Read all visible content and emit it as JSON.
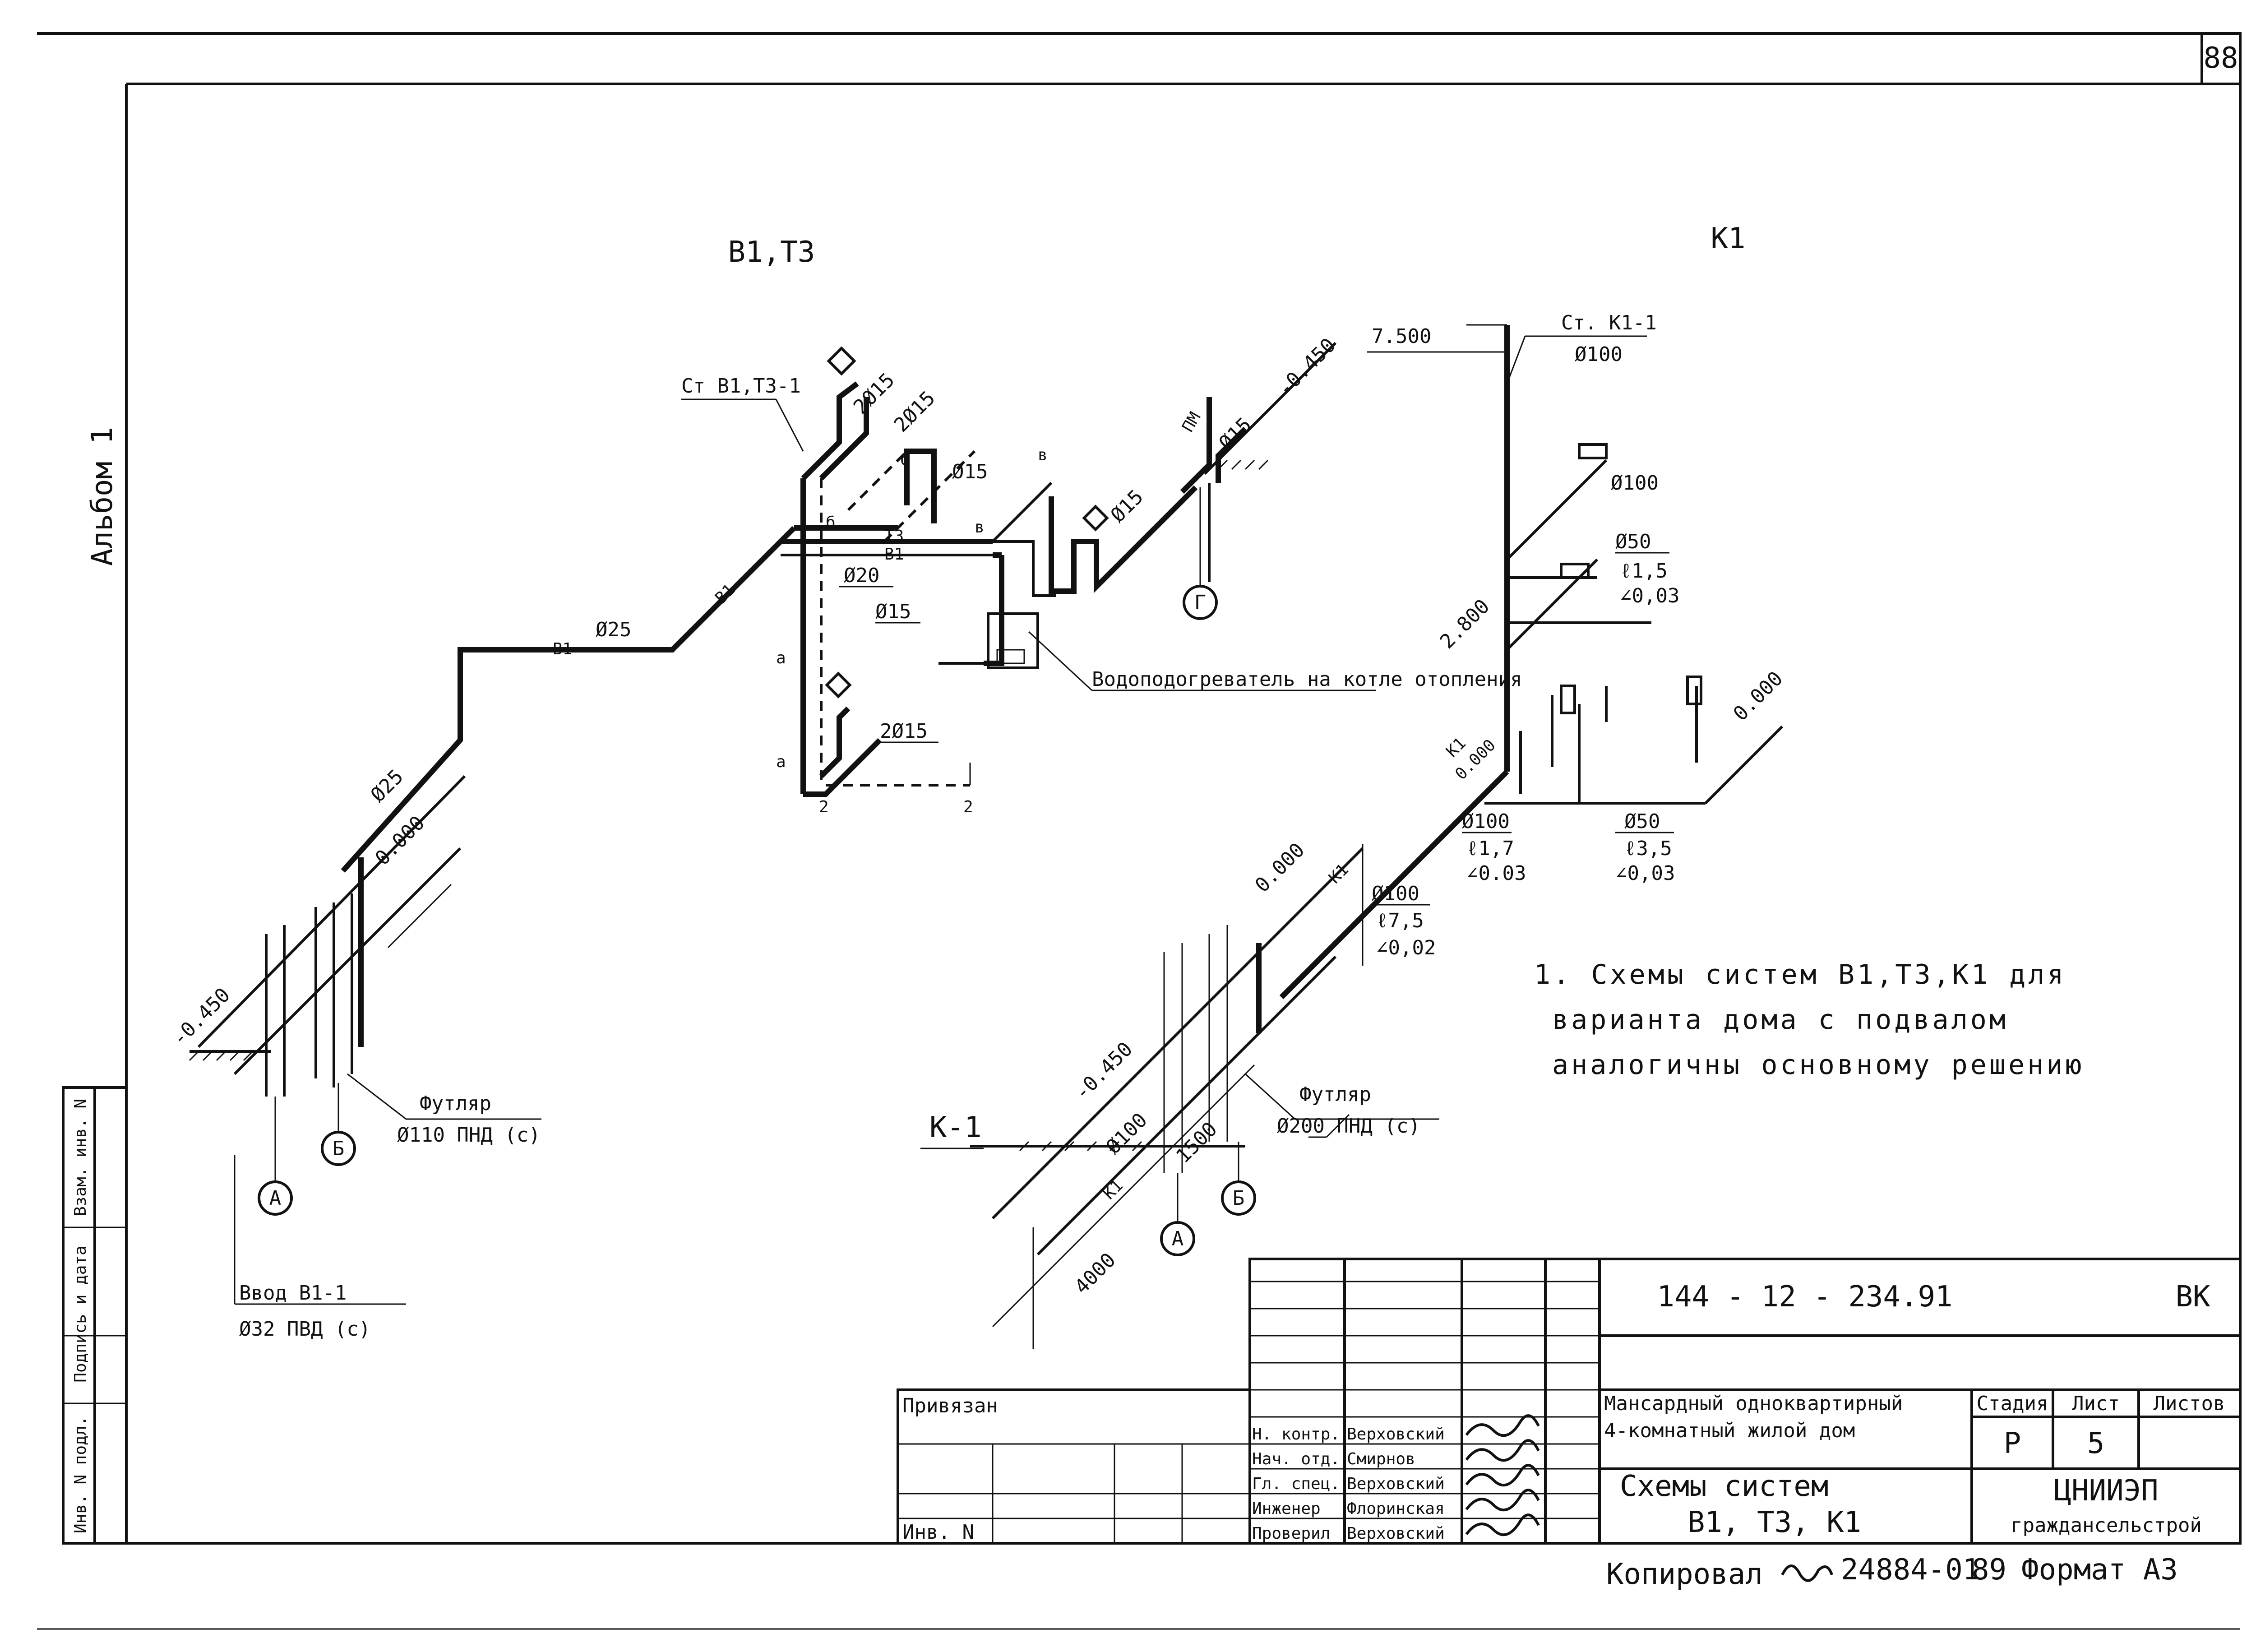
{
  "sheet": {
    "page_number": "88",
    "album_label": "Альбом 1",
    "side_stamp": [
      "Инв. N подл.",
      "Подпись и дата",
      "Взам. инв. N"
    ]
  },
  "sections": {
    "left_title": "В1,Т3",
    "right_title": "К1",
    "k1_section": "К-1"
  },
  "left_scheme": {
    "riser": "Ст В1,Т3-1",
    "dims": [
      "2Ø15",
      "2Ø15",
      "Ø15",
      "Ø15",
      "Ø15",
      "Ø20",
      "Ø25",
      "Ø15",
      "2Ø15"
    ],
    "levels": [
      "-0.450",
      "0.000",
      "-0.450"
    ],
    "tags": [
      "В1",
      "В1",
      "Т3",
      "В1",
      "б",
      "б",
      "в",
      "в",
      "а",
      "а",
      "2",
      "2",
      "ПМ"
    ],
    "heater": "Водоподогреватель на котле отопления",
    "sleeve_title": "Футляр",
    "sleeve_spec": "Ø110 ПНД (с)",
    "inlet_title": "Ввод В1-1",
    "inlet_spec": "Ø32 ПВД (с)",
    "axis_labels": [
      "А",
      "Б",
      "Г"
    ]
  },
  "right_scheme": {
    "riser": "Ст. К1-1",
    "riser_dia": "Ø100",
    "level_top": "7.500",
    "level_mid": "2.800",
    "level_zero": "0.000",
    "branch_a": [
      "Ø50",
      "ℓ1,5",
      "∠0,03"
    ],
    "branch_b": [
      "Ø100",
      "ℓ1,7",
      "∠0.03"
    ],
    "branch_c": [
      "Ø50",
      "ℓ3,5",
      "∠0,03"
    ],
    "main_line": [
      "Ø100",
      "ℓ7,5",
      "∠0,02"
    ],
    "levels_lower": [
      "0.000",
      "-0.450"
    ],
    "k1_tag": "К1",
    "pipe_dia": "Ø100",
    "dims": [
      "1500",
      "4000"
    ],
    "sleeve_title": "Футляр",
    "sleeve_spec": "Ø200 ПНД (с)",
    "axis_labels": [
      "А",
      "Б"
    ]
  },
  "note": [
    "1. Схемы систем В1,Т3,К1 для",
    "варианта дома с подвалом",
    "аналогичны основному решению"
  ],
  "title_block": {
    "doc_code": "144 - 12 - 234.91",
    "doc_mark": "ВК",
    "bound": "Привязан",
    "inv_no": "Инв. N",
    "roles": [
      "Н. контр.",
      "Нач. отд.",
      "Гл. спец.",
      "Инженер",
      "Проверил"
    ],
    "names": [
      "Верховский",
      "Смирнов",
      "Верховский",
      "Флоринская",
      "Верховский"
    ],
    "object_name_1": "Мансардный одноквартирный",
    "object_name_2": "4-комнатный жилой дом",
    "sheet_name_1": "Схемы систем",
    "sheet_name_2": "В1, Т3, К1",
    "col_stage": "Стадия",
    "col_sheet": "Лист",
    "col_sheets": "Листов",
    "stage": "Р",
    "sheet_no": "5",
    "org_1": "ЦНИИЭП",
    "org_2": "граждансельстрой",
    "copied": "Копировал",
    "print_code": "24884-01",
    "print_code_2": "89",
    "format": "Формат А3"
  }
}
